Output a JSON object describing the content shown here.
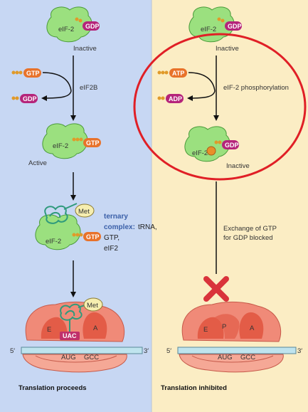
{
  "left": {
    "top_protein": "eIF-2",
    "top_nucleotide": "GDP",
    "top_state": "Inactive",
    "incoming": "GTP",
    "outgoing": "GDP",
    "enzyme": "eIF2B",
    "mid_protein": "eIF-2",
    "mid_nucleotide": "GTP",
    "mid_state": "Active",
    "ternary_protein": "eIF-2",
    "ternary_nucleotide": "GTP",
    "met": "Met",
    "ternary_title_1": "ternary",
    "ternary_title_2": "complex:",
    "ternary_items_1": "tRNA,",
    "ternary_items_2": "GTP,",
    "ternary_items_3": "eIF2",
    "ribo_met": "Met",
    "anticodon": "UAC",
    "site_e": "E",
    "site_a": "A",
    "mrna_5": "5′",
    "mrna_3": "3′",
    "codon_1": "AUG",
    "codon_2": "GCC",
    "caption": "Translation proceeds"
  },
  "right": {
    "top_protein": "eIF-2",
    "top_nucleotide": "GDP",
    "top_state": "Inactive",
    "incoming": "ATP",
    "outgoing": "ADP",
    "enzyme": "eIF-2 phosphorylation",
    "mid_protein": "eIF-2",
    "mid_nucleotide": "GDP",
    "mid_state": "Inactive",
    "exchange_1": "Exchange of GTP",
    "exchange_2": "for GDP blocked",
    "site_e": "E",
    "site_p": "P",
    "site_a": "A",
    "mrna_5": "5′",
    "mrna_3": "3′",
    "codon_1": "AUG",
    "codon_2": "GCC",
    "caption": "Translation inhibited"
  },
  "colors": {
    "left_bg": "#c7d7f3",
    "right_bg": "#fbedc4",
    "protein": "#9be07f",
    "gdp": "#b5247a",
    "gtp": "#e8722a",
    "highlight": "#e01f26",
    "block": "#d9333b"
  }
}
